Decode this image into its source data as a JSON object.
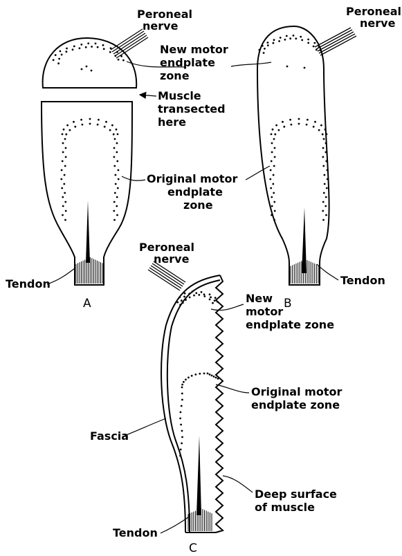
{
  "panels": {
    "a": {
      "letter": "A",
      "nerve_label": [
        "Peroneal",
        "nerve"
      ],
      "new_zone_label": [
        "New motor",
        "endplate",
        "zone"
      ],
      "transect_label": [
        "Muscle",
        "transected",
        "here"
      ],
      "original_zone_label": [
        "Original motor",
        "endplate",
        "zone"
      ],
      "tendon_label": "Tendon"
    },
    "b": {
      "letter": "B",
      "nerve_label": [
        "Peroneal",
        "nerve"
      ],
      "tendon_label": "Tendon"
    },
    "c": {
      "letter": "C",
      "nerve_label": [
        "Peroneal",
        "nerve"
      ],
      "new_zone_label": [
        "New",
        "motor",
        "endplate zone"
      ],
      "original_zone_label": [
        "Original motor",
        "endplate zone"
      ],
      "fascia_label": "Fascia",
      "deep_surface_label": [
        "Deep surface",
        "of muscle"
      ],
      "tendon_label": "Tendon"
    }
  },
  "icons": [
    "nerve-bundle-icon",
    "endplate-dots-icon",
    "tendon-fibers-icon",
    "arrow-icon"
  ]
}
